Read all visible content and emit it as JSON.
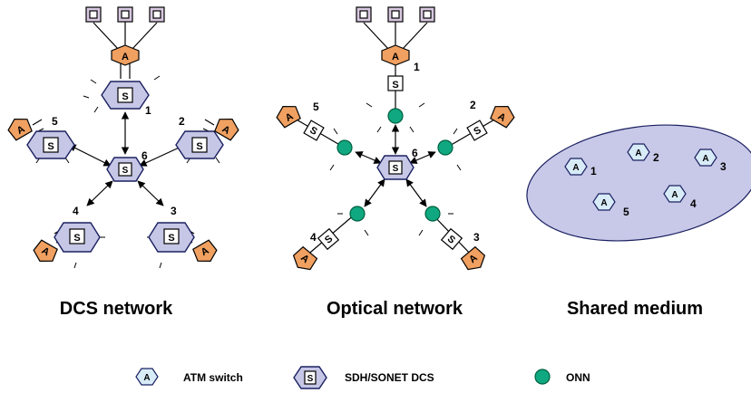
{
  "panels": {
    "dcs_caption": "DCS network",
    "optical_caption": "Optical network",
    "shared_caption": "Shared medium"
  },
  "glyphs": {
    "atm_letter": "A",
    "dcs_letter": "S",
    "dcs_nodes": [
      "1",
      "2",
      "3",
      "4",
      "5",
      "6"
    ],
    "optical_nodes": [
      "1",
      "2",
      "3",
      "4",
      "5",
      "6"
    ],
    "shared_nodes": [
      "1",
      "2",
      "3",
      "4",
      "5"
    ]
  },
  "legend": {
    "atm_switch": "ATM switch",
    "dcs": "SDH/SONET DCS",
    "onn": "ONN"
  },
  "colors": {
    "atm_fill": "#d8ecf8",
    "dcs_fill": "#c6c6e6",
    "onn_fill": "#10a880",
    "edge_atm_fill": "#f0a060",
    "terminal_fill": "#d8c8e0",
    "medium_fill": "#c8c8e8",
    "outline": "#1a2060"
  }
}
